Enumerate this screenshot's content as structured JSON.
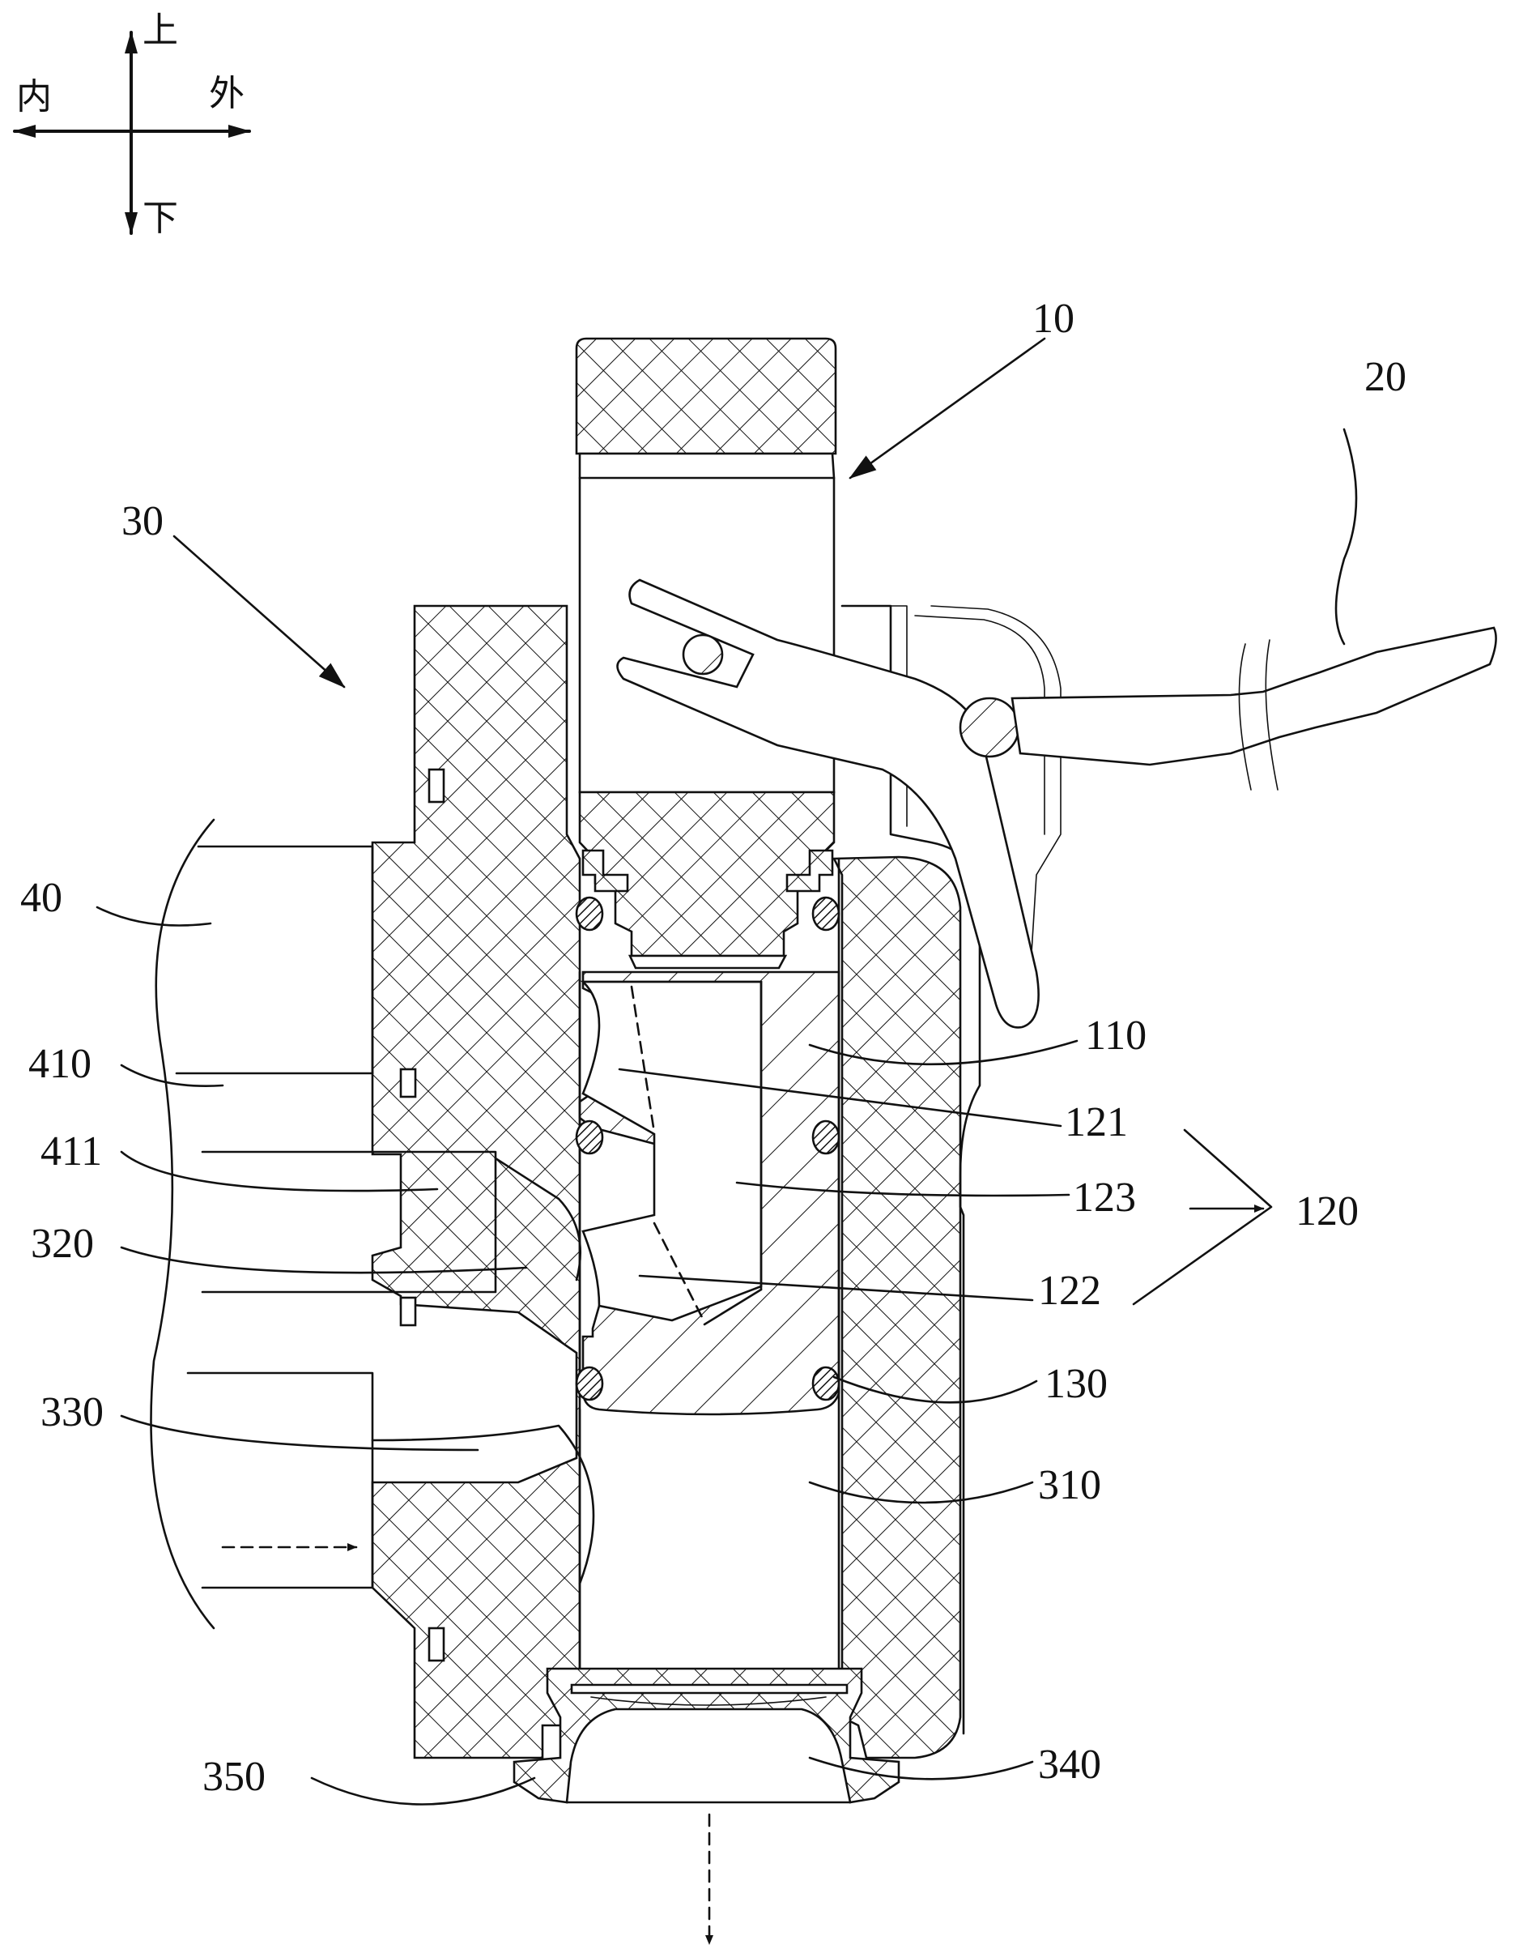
{
  "figure": {
    "type": "patent cross-section drawing",
    "direction_indicator": {
      "up": "上",
      "down": "下",
      "inner": "内",
      "outer": "外"
    },
    "callouts": [
      {
        "id": "10",
        "label": "10",
        "part": "valve core assembly"
      },
      {
        "id": "20",
        "label": "20",
        "part": "handle / lever"
      },
      {
        "id": "30",
        "label": "30",
        "part": "valve body"
      },
      {
        "id": "40",
        "label": "40",
        "part": "pipe / inlet member"
      },
      {
        "id": "410",
        "label": "410",
        "part": "pipe passage"
      },
      {
        "id": "411",
        "label": "411",
        "part": "pipe port"
      },
      {
        "id": "320",
        "label": "320",
        "part": "side inlet"
      },
      {
        "id": "330",
        "label": "330",
        "part": "inlet channel"
      },
      {
        "id": "350",
        "label": "350",
        "part": "outlet nut"
      },
      {
        "id": "340",
        "label": "340",
        "part": "outlet"
      },
      {
        "id": "310",
        "label": "310",
        "part": "valve chamber"
      },
      {
        "id": "130",
        "label": "130",
        "part": "sealing ring"
      },
      {
        "id": "122",
        "label": "122",
        "part": "lower channel"
      },
      {
        "id": "123",
        "label": "123",
        "part": "connecting channel"
      },
      {
        "id": "121",
        "label": "121",
        "part": "upper channel"
      },
      {
        "id": "120",
        "label": "120",
        "part": "flow channel group"
      },
      {
        "id": "110",
        "label": "110",
        "part": "valve spool"
      }
    ],
    "flow_arrows": [
      {
        "name": "inlet-flow",
        "direction": "right"
      },
      {
        "name": "outlet-flow",
        "direction": "down"
      }
    ]
  }
}
